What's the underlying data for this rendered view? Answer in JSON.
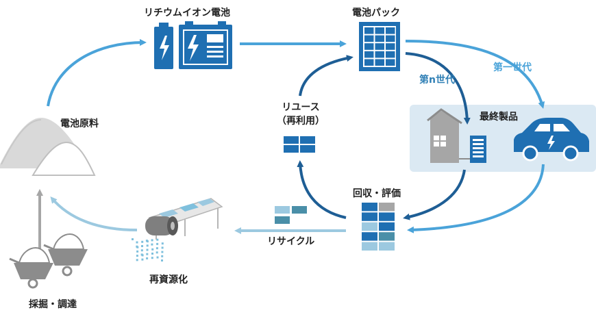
{
  "nodes": {
    "lithium_cell": "リチウムイオン電池",
    "battery_pack": "電池パック",
    "raw_material": "電池原料",
    "reuse_line1": "リユース",
    "reuse_line2": "（再利用）",
    "final_product": "最終製品",
    "collect_eval": "回収・評価",
    "recycle": "リサイクル",
    "regeneration": "再資源化",
    "mining": "採掘・調達"
  },
  "flows": {
    "nth_generation": "第n世代",
    "first_generation": "第一世代"
  },
  "icons": {
    "lithium_cell": "battery-cells-icon",
    "battery_pack": "battery-pack-icon",
    "raw_material": "material-piles-icon",
    "reuse": "battery-modules-icon",
    "house": "house-storage-icon",
    "vehicle": "electric-car-icon",
    "collect_eval": "module-stack-icon",
    "recycle": "recycled-modules-icon",
    "regeneration": "conveyor-shredder-icon",
    "mining": "wheelbarrow-icon"
  },
  "colors": {
    "dark_blue": "#1e5e95",
    "mid_blue": "#1f6fb2",
    "light_blue": "#4aa3d9",
    "pale_blue": "#9cc9e0",
    "panel": "#dbe9f3",
    "gray": "#9e9e9e"
  }
}
